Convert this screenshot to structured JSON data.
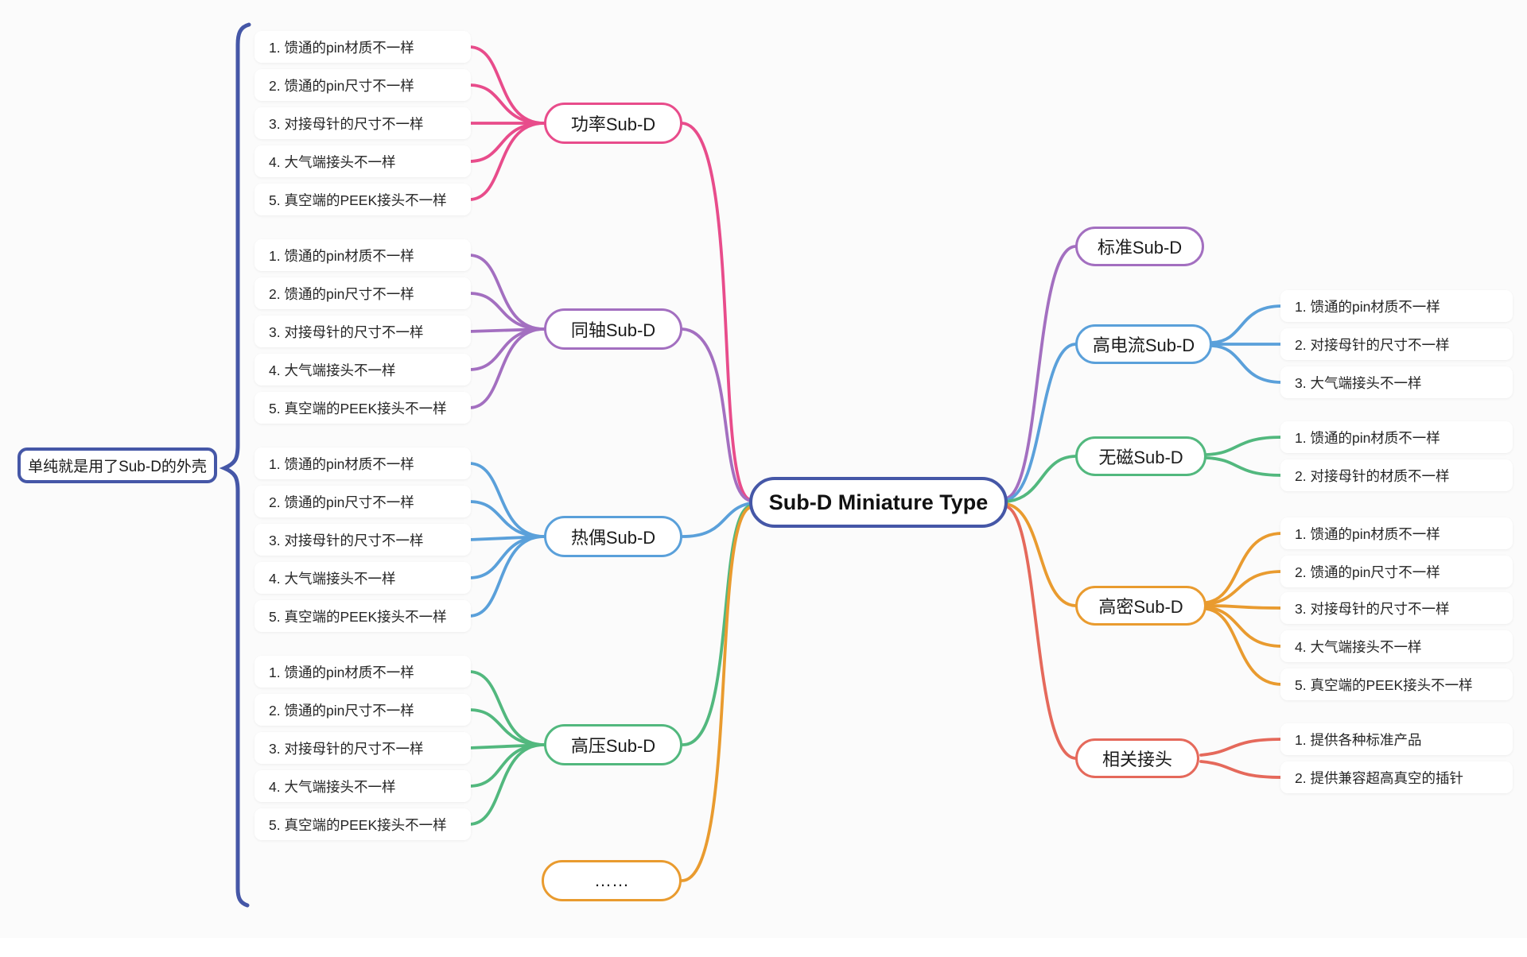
{
  "canvas": {
    "background": "#FBFBFB"
  },
  "central": {
    "label": "Sub-D Miniature Type",
    "border_color": "#4557A7"
  },
  "annotation": {
    "label": "单纯就是用了Sub-D的外壳",
    "border_color": "#4557A7",
    "bracket_color": "#4557A7"
  },
  "left_branches": [
    {
      "label": "功率Sub-D",
      "color": "#E84C8B",
      "items": [
        "1. 馈通的pin材质不一样",
        "2. 馈通的pin尺寸不一样",
        "3. 对接母针的尺寸不一样",
        "4. 大气端接头不一样",
        "5. 真空端的PEEK接头不一样"
      ]
    },
    {
      "label": "同轴Sub-D",
      "color": "#A36FC0",
      "items": [
        "1. 馈通的pin材质不一样",
        "2. 馈通的pin尺寸不一样",
        "3. 对接母针的尺寸不一样",
        "4. 大气端接头不一样",
        "5. 真空端的PEEK接头不一样"
      ]
    },
    {
      "label": "热偶Sub-D",
      "color": "#5AA0DA",
      "items": [
        "1. 馈通的pin材质不一样",
        "2. 馈通的pin尺寸不一样",
        "3. 对接母针的尺寸不一样",
        "4. 大气端接头不一样",
        "5. 真空端的PEEK接头不一样"
      ]
    },
    {
      "label": "高压Sub-D",
      "color": "#52B87E",
      "items": [
        "1. 馈通的pin材质不一样",
        "2. 馈通的pin尺寸不一样",
        "3. 对接母针的尺寸不一样",
        "4. 大气端接头不一样",
        "5. 真空端的PEEK接头不一样"
      ]
    },
    {
      "label": "……",
      "color": "#E99B2F",
      "items": []
    }
  ],
  "right_branches": [
    {
      "label": "标准Sub-D",
      "color": "#A36FC0",
      "items": []
    },
    {
      "label": "高电流Sub-D",
      "color": "#5AA0DA",
      "items": [
        "1. 馈通的pin材质不一样",
        "2. 对接母针的尺寸不一样",
        "3. 大气端接头不一样"
      ]
    },
    {
      "label": "无磁Sub-D",
      "color": "#52B87E",
      "items": [
        "1. 馈通的pin材质不一样",
        "2. 对接母针的材质不一样"
      ]
    },
    {
      "label": "高密Sub-D",
      "color": "#E99B2F",
      "items": [
        "1. 馈通的pin材质不一样",
        "2. 馈通的pin尺寸不一样",
        "3. 对接母针的尺寸不一样",
        "4. 大气端接头不一样",
        "5. 真空端的PEEK接头不一样"
      ]
    },
    {
      "label": "相关接头",
      "color": "#E5695B",
      "items": [
        "1. 提供各种标准产品",
        "2. 提供兼容超高真空的插针"
      ]
    }
  ]
}
